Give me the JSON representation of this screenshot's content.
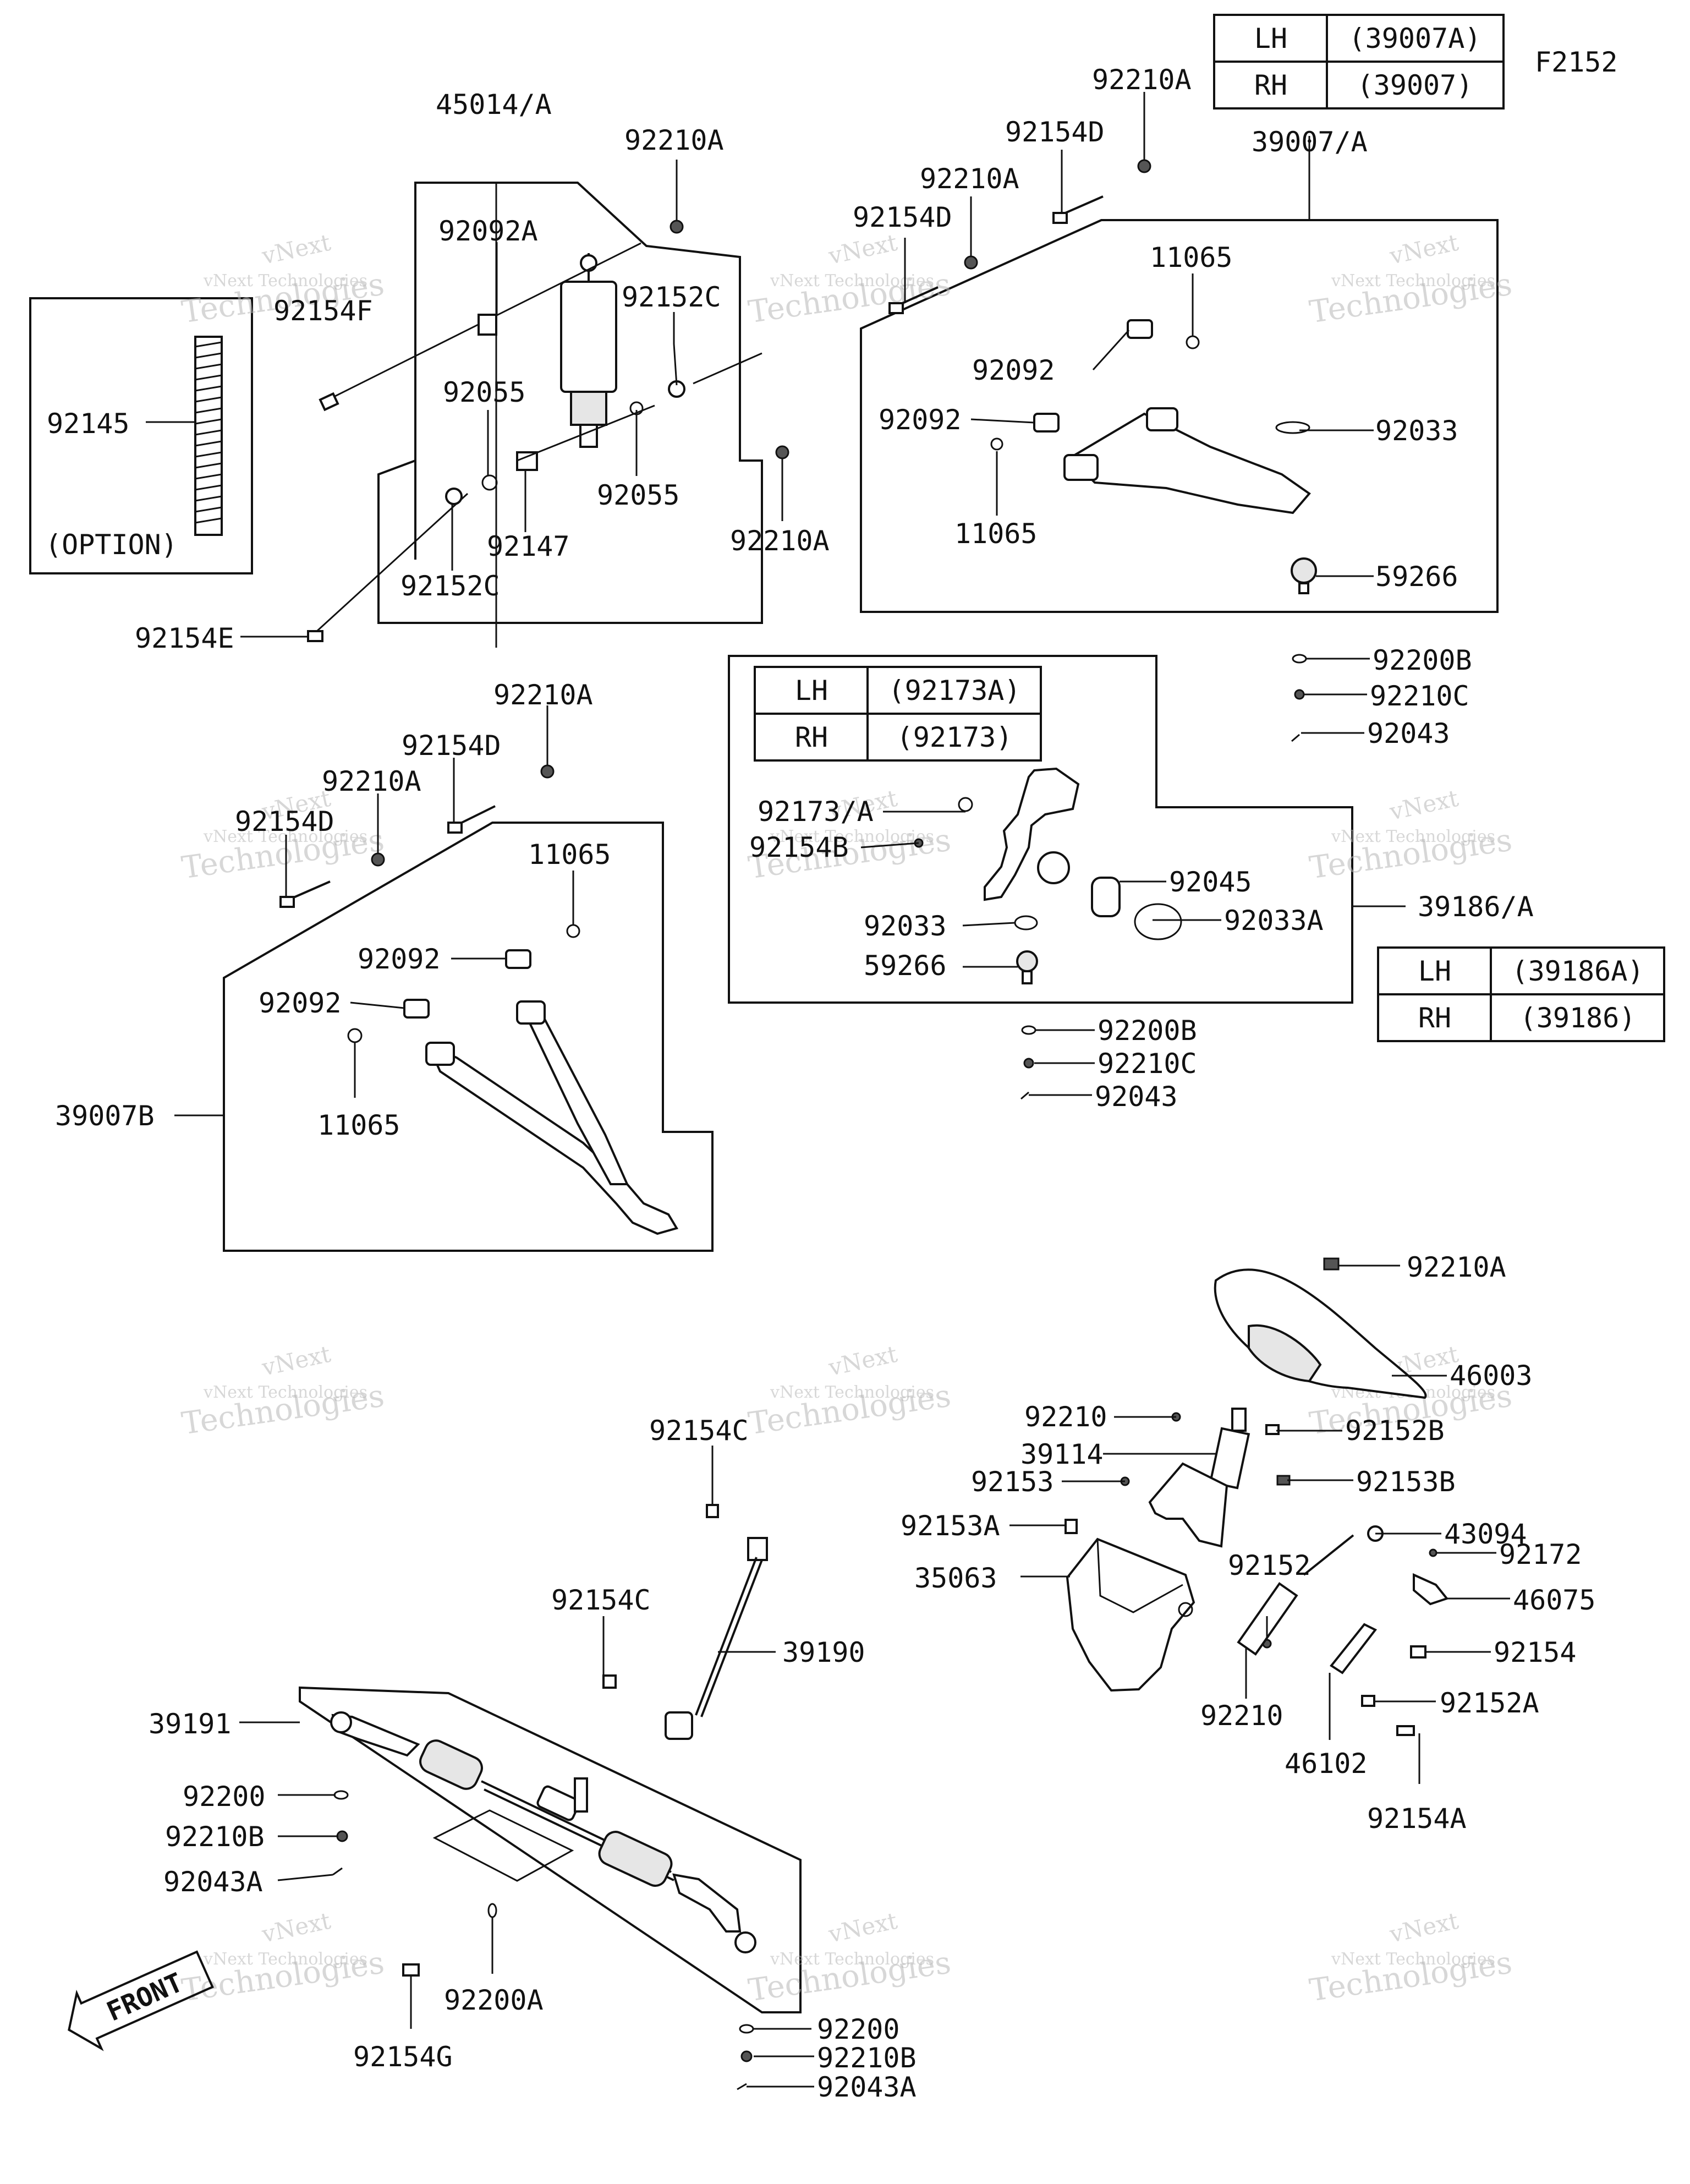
{
  "figure_code": "F2152",
  "tables": [
    {
      "rows": [
        {
          "side": "LH",
          "part": "(39007A)"
        },
        {
          "side": "RH",
          "part": "(39007)"
        }
      ]
    },
    {
      "rows": [
        {
          "side": "LH",
          "part": "(92173A)"
        },
        {
          "side": "RH",
          "part": "(92173)"
        }
      ]
    },
    {
      "rows": [
        {
          "side": "LH",
          "part": "(39186A)"
        },
        {
          "side": "RH",
          "part": "(39186)"
        }
      ]
    }
  ],
  "labels": {
    "p45014a": "45014/A",
    "p92210a_1": "92210A",
    "p92092a": "92092A",
    "p92154f": "92154F",
    "p92152c_1": "92152C",
    "p92055_1": "92055",
    "p92055_2": "92055",
    "p92147": "92147",
    "p92152c_2": "92152C",
    "p92210a_2": "92210A",
    "p92154e": "92154E",
    "p92145": "92145",
    "option": "(OPTION)",
    "p92210a_3": "92210A",
    "p92154d_1": "92154D",
    "p92210a_4": "92210A",
    "p92154d_2": "92154D",
    "p39007a": "39007/A",
    "p11065_1": "11065",
    "p92092_1": "92092",
    "p92092_2": "92092",
    "p92033_1": "92033",
    "p11065_2": "11065",
    "p59266_1": "59266",
    "p92200b_1": "92200B",
    "p92210c_1": "92210C",
    "p92043_1": "92043",
    "p92173a": "92173/A",
    "p92154b": "92154B",
    "p92045": "92045",
    "p92033a": "92033A",
    "p92033_2": "92033",
    "p59266_2": "59266",
    "p39186a": "39186/A",
    "p92200b_2": "92200B",
    "p92210c_2": "92210C",
    "p92043_2": "92043",
    "p92210a_5": "92210A",
    "p92154d_3": "92154D",
    "p92210a_6": "92210A",
    "p92154d_4": "92154D",
    "p11065_3": "11065",
    "p92092_3": "92092",
    "p92092_4": "92092",
    "p11065_4": "11065",
    "p39007b": "39007B",
    "p92210a_7": "92210A",
    "p46003": "46003",
    "p92210_1": "92210",
    "p92152b": "92152B",
    "p39114": "39114",
    "p92153": "92153",
    "p92153b": "92153B",
    "p92153a": "92153A",
    "p43094": "43094",
    "p35063": "35063",
    "p92152": "92152",
    "p92172": "92172",
    "p46075": "46075",
    "p92154": "92154",
    "p92152a": "92152A",
    "p92210_2": "92210",
    "p46102": "46102",
    "p92154a": "92154A",
    "p92154c_1": "92154C",
    "p92154c_2": "92154C",
    "p39190": "39190",
    "p39191": "39191",
    "p92200_1": "92200",
    "p92210b_1": "92210B",
    "p92043a_1": "92043A",
    "p92200a": "92200A",
    "p92154g": "92154G",
    "p92200_2": "92200",
    "p92210b_2": "92210B",
    "p92043a_2": "92043A",
    "front": "FRONT"
  },
  "watermark": {
    "line1": "vNext",
    "line2": "vNext Technologies",
    "line3": "Technologies"
  }
}
